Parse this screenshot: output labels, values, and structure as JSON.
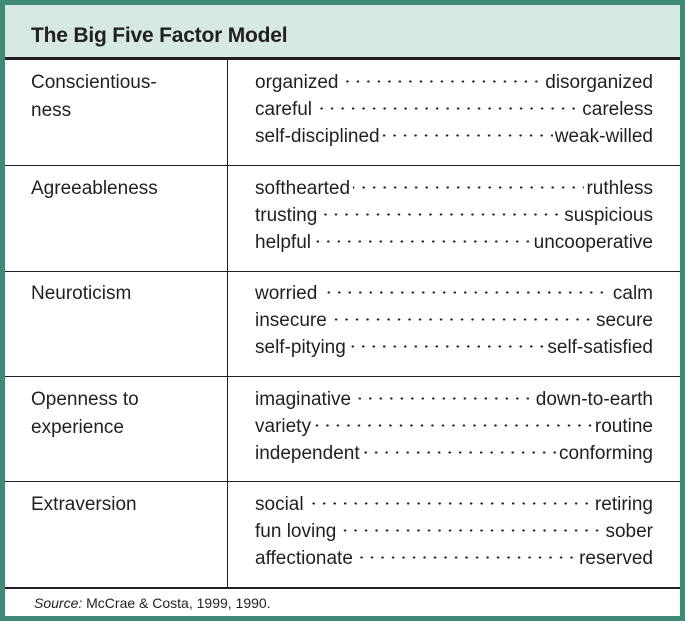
{
  "title": "The Big Five Factor Model",
  "factors": [
    {
      "name": "Conscientious-\nness",
      "traits": [
        {
          "left": "organized",
          "right": "disorganized"
        },
        {
          "left": "careful",
          "right": "careless"
        },
        {
          "left": "self-disciplined",
          "right": "weak-willed"
        }
      ]
    },
    {
      "name": "Agreeableness",
      "traits": [
        {
          "left": "softhearted",
          "right": "ruthless"
        },
        {
          "left": "trusting",
          "right": "suspicious"
        },
        {
          "left": "helpful",
          "right": "uncooperative"
        }
      ]
    },
    {
      "name": "Neuroticism",
      "traits": [
        {
          "left": "worried",
          "right": "calm"
        },
        {
          "left": "insecure",
          "right": "secure"
        },
        {
          "left": "self-pitying",
          "right": "self-satisfied"
        }
      ]
    },
    {
      "name": "Openness to\nexperience",
      "traits": [
        {
          "left": "imaginative",
          "right": "down-to-earth"
        },
        {
          "left": "variety",
          "right": "routine"
        },
        {
          "left": "independent",
          "right": "conforming"
        }
      ]
    },
    {
      "name": "Extraversion",
      "traits": [
        {
          "left": "social",
          "right": "retiring"
        },
        {
          "left": "fun loving",
          "right": "sober"
        },
        {
          "left": "affectionate",
          "right": "reserved"
        }
      ]
    }
  ],
  "source": {
    "label": "Source:",
    "text": " McCrae & Costa, 1999, 1990."
  },
  "colors": {
    "border": "#3e8a76",
    "title_background": "#d6e9e1",
    "text": "#231f20"
  }
}
